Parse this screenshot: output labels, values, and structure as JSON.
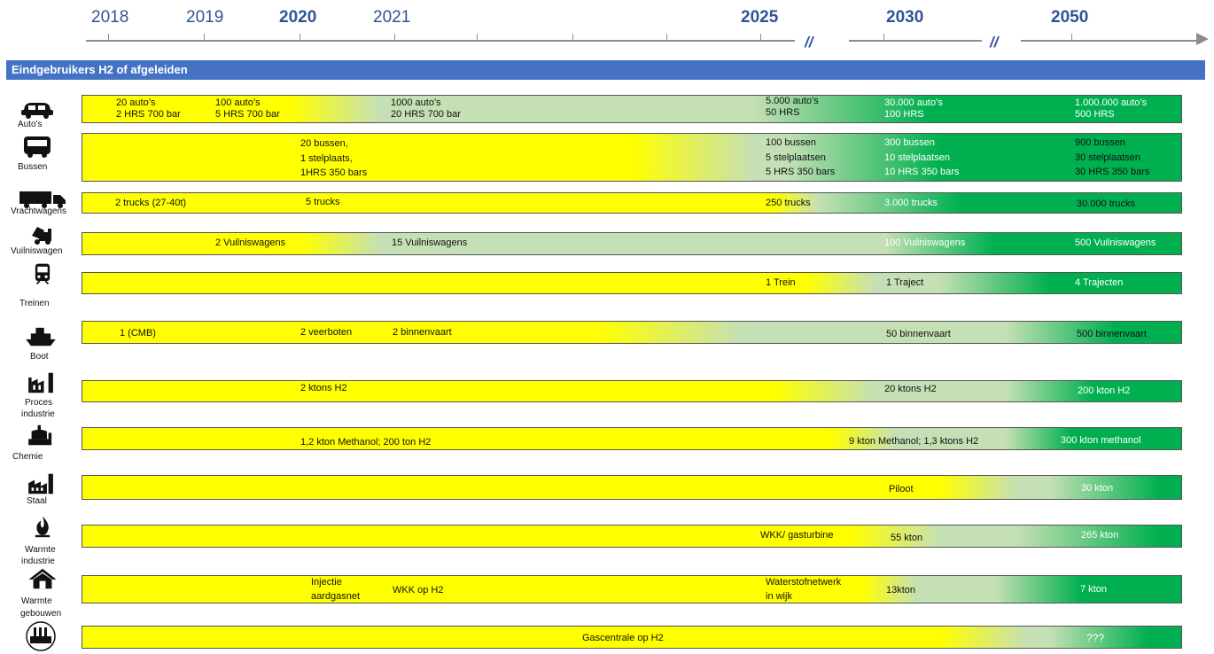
{
  "timeline": {
    "years": [
      "2018",
      "2019",
      "2020",
      "2021",
      "2025",
      "2030",
      "2050"
    ],
    "break_marks": [
      "//",
      "//"
    ]
  },
  "header": {
    "title": "Eindgebruikers H2 of afgeleiden"
  },
  "rows": [
    {
      "name": "Auto's",
      "icon": "car-icon",
      "labels": [
        "20 auto’s",
        "2 HRS 700 bar",
        "100 auto’s",
        "5 HRS 700 bar",
        "1000 auto’s",
        "20 HRS 700 bar",
        "5.000 auto’s",
        "50 HRS",
        "30.000 auto’s",
        "100 HRS",
        "1.000.000 auto’s",
        "500 HRS"
      ]
    },
    {
      "name": "Bussen",
      "icon": "bus-icon",
      "labels": [
        "20 bussen,",
        "1 stelplaats,",
        "1HRS 350 bars",
        "100 bussen",
        "5 stelplaatsen",
        "5 HRS 350 bars",
        "300 bussen",
        "10 stelplaatsen",
        "10 HRS 350 bars",
        "900 bussen",
        "30 stelplaatsen",
        "30 HRS 350 bars"
      ]
    },
    {
      "name": "Vrachtwagens",
      "icon": "truck-icon",
      "labels": [
        "2 trucks (27-40t)",
        "5 trucks",
        "250 trucks",
        "3.000 trucks",
        "30.000 trucks"
      ]
    },
    {
      "name": "Vuilniswagen",
      "icon": "garbage-truck-icon",
      "labels": [
        "2 Vuilniswagens",
        "15 Vuilniswagens",
        "100 Vuilniswagens",
        "500 Vuilniswagens"
      ]
    },
    {
      "name": "Treinen",
      "icon": "train-icon",
      "labels": [
        "1 Trein",
        "1 Traject",
        "4 Trajecten"
      ]
    },
    {
      "name": "Boot",
      "icon": "ship-icon",
      "labels": [
        "1 (CMB)",
        "2 veerboten",
        "2 binnenvaart",
        "50 binnenvaart",
        "500 binnenvaart"
      ]
    },
    {
      "name_lines": [
        "Proces",
        "industrie"
      ],
      "icon": "factory-icon",
      "labels": [
        "2 ktons H2",
        "20 ktons H2",
        "200 kton H2"
      ]
    },
    {
      "name": "Chemie",
      "icon": "chemical-plant-icon",
      "labels": [
        "1,2 kton Methanol;  200 ton H2",
        "9 kton Methanol; 1,3 ktons H2",
        "300 kton methanol"
      ]
    },
    {
      "name": "Staal",
      "icon": "steel-factory-icon",
      "labels": [
        "Piloot",
        "30 kton"
      ]
    },
    {
      "name_lines": [
        "Warmte",
        "industrie"
      ],
      "icon": "flame-icon",
      "labels": [
        "WKK/ gasturbine",
        "55 kton",
        "265 kton"
      ]
    },
    {
      "name_lines": [
        "Warmte",
        "gebouwen"
      ],
      "icon": "house-icon",
      "labels": [
        "Injectie",
        "aardgasnet",
        "WKK op H2",
        "Waterstofnetwerk",
        "in wijk",
        "13kton",
        "7 kton"
      ]
    },
    {
      "icon": "power-plant-icon",
      "labels": [
        "Gascentrale op H2",
        "???"
      ]
    }
  ],
  "colors": {
    "yellow": "#ffff00",
    "mid": "#c5e0b4",
    "green": "#00b050",
    "header": "#4472c4",
    "year": "#2f5496"
  }
}
